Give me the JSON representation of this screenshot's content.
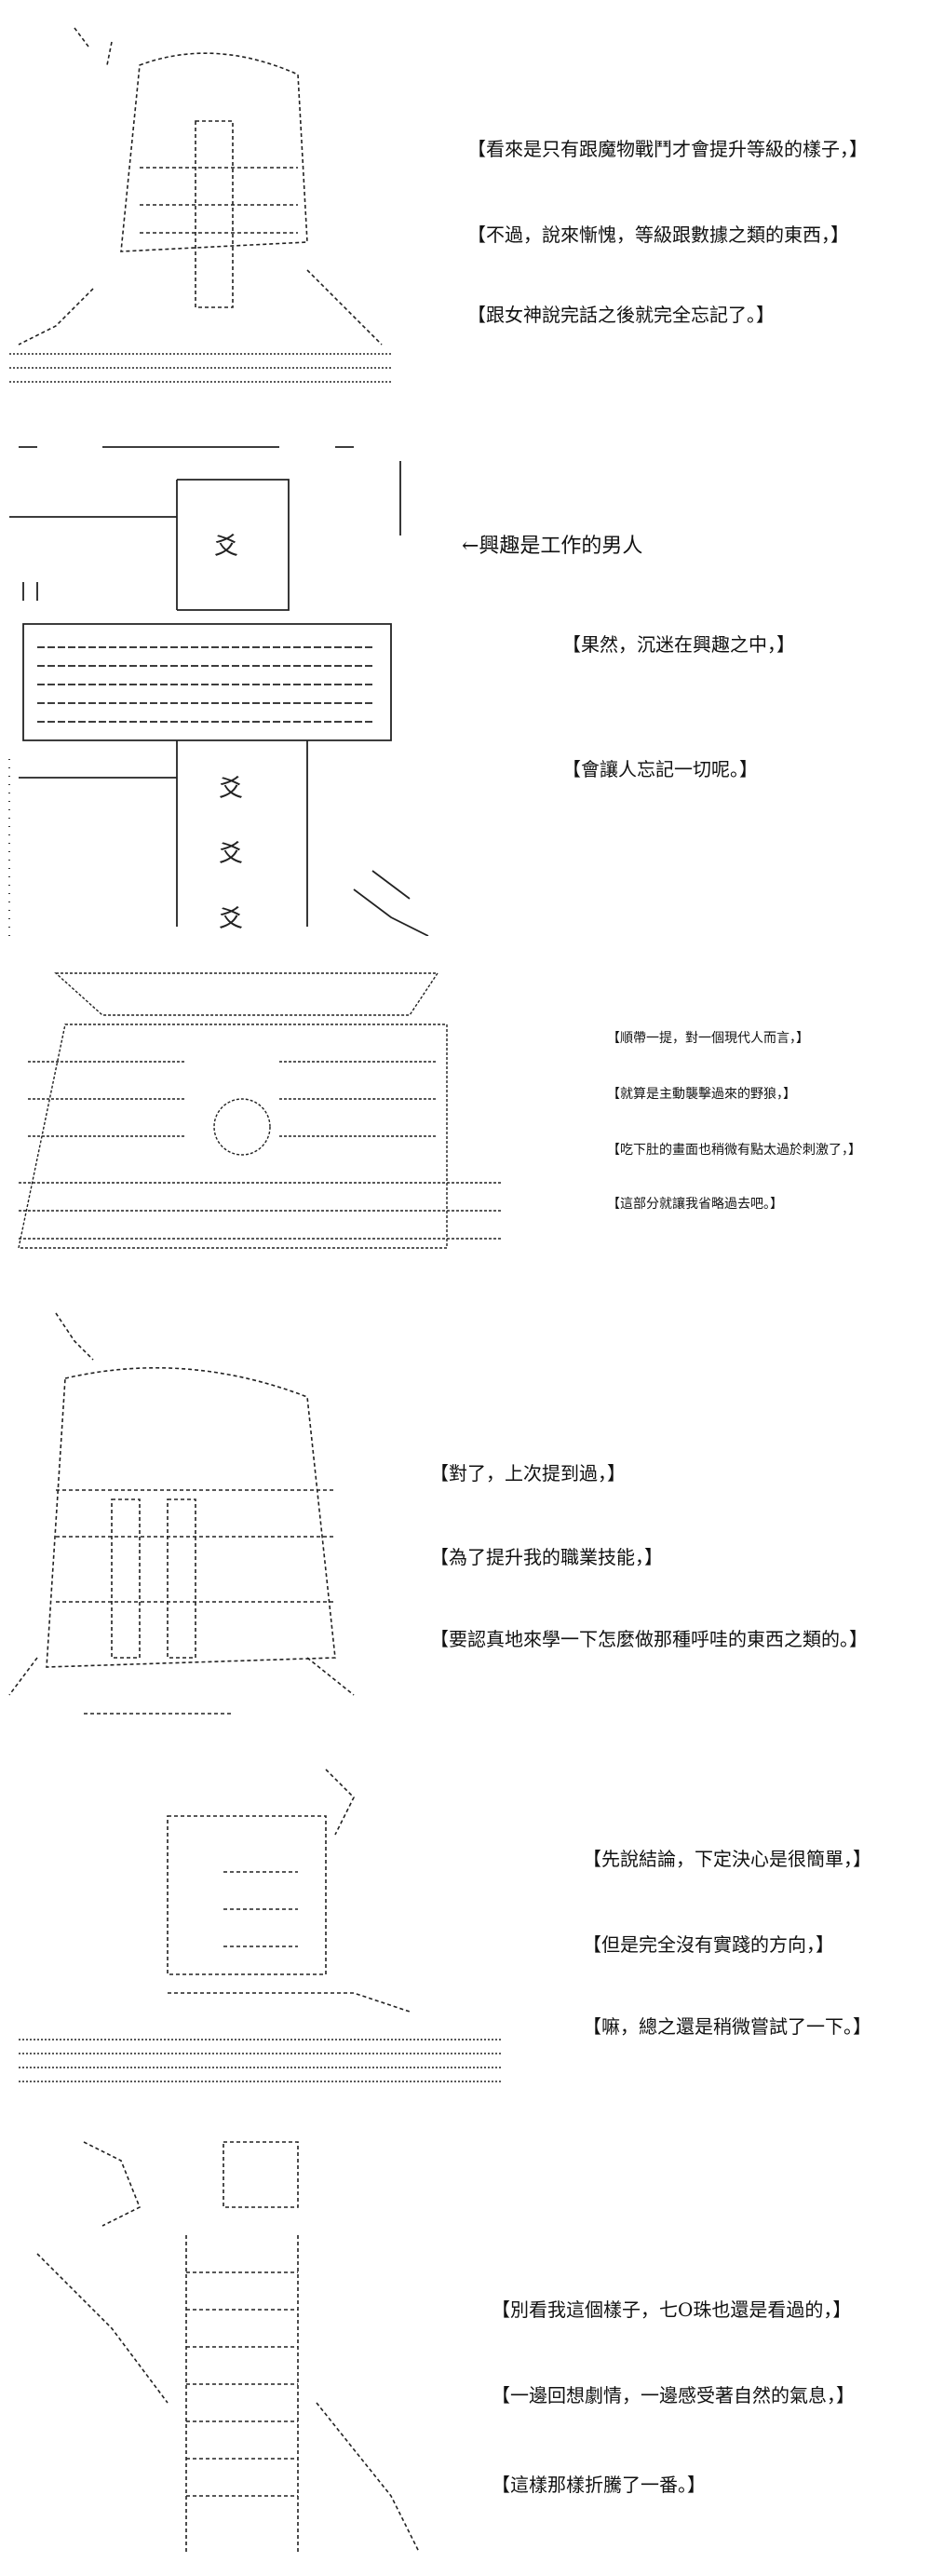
{
  "panels": [
    {
      "lines": [
        "【看來是只有跟魔物戰鬥才會提升等級的樣子，】",
        "【不過，說來慚愧，等級跟數據之類的東西，】",
        "【跟女神說完話之後就完全忘記了。】"
      ]
    },
    {
      "arrow_note": "←興趣是工作的男人",
      "lines": [
        "【果然，沉迷在興趣之中，】",
        "【會讓人忘記一切呢。】"
      ]
    },
    {
      "lines": [
        "【順帶一提，對一個現代人而言，】",
        "【就算是主動襲擊過來的野狼，】",
        "【吃下肚的畫面也稍微有點太過於刺激了，】",
        "【這部分就讓我省略過去吧。】"
      ]
    },
    {
      "lines": [
        "【對了，上次提到過，】",
        "【為了提升我的職業技能，】",
        "【要認真地來學一下怎麼做那種呼哇的東西之類的。】"
      ]
    },
    {
      "lines": [
        "【先說結論，下定決心是很簡單，】",
        "【但是完全沒有實踐的方向，】",
        "【嘛，總之還是稍微嘗試了一下。】"
      ]
    },
    {
      "lines": [
        "【別看我這個樣子，七O珠也還是看過的，】",
        "【一邊回想劇情，一邊感受著自然的氣息，】",
        "【這樣那樣折騰了一番。】"
      ]
    }
  ]
}
